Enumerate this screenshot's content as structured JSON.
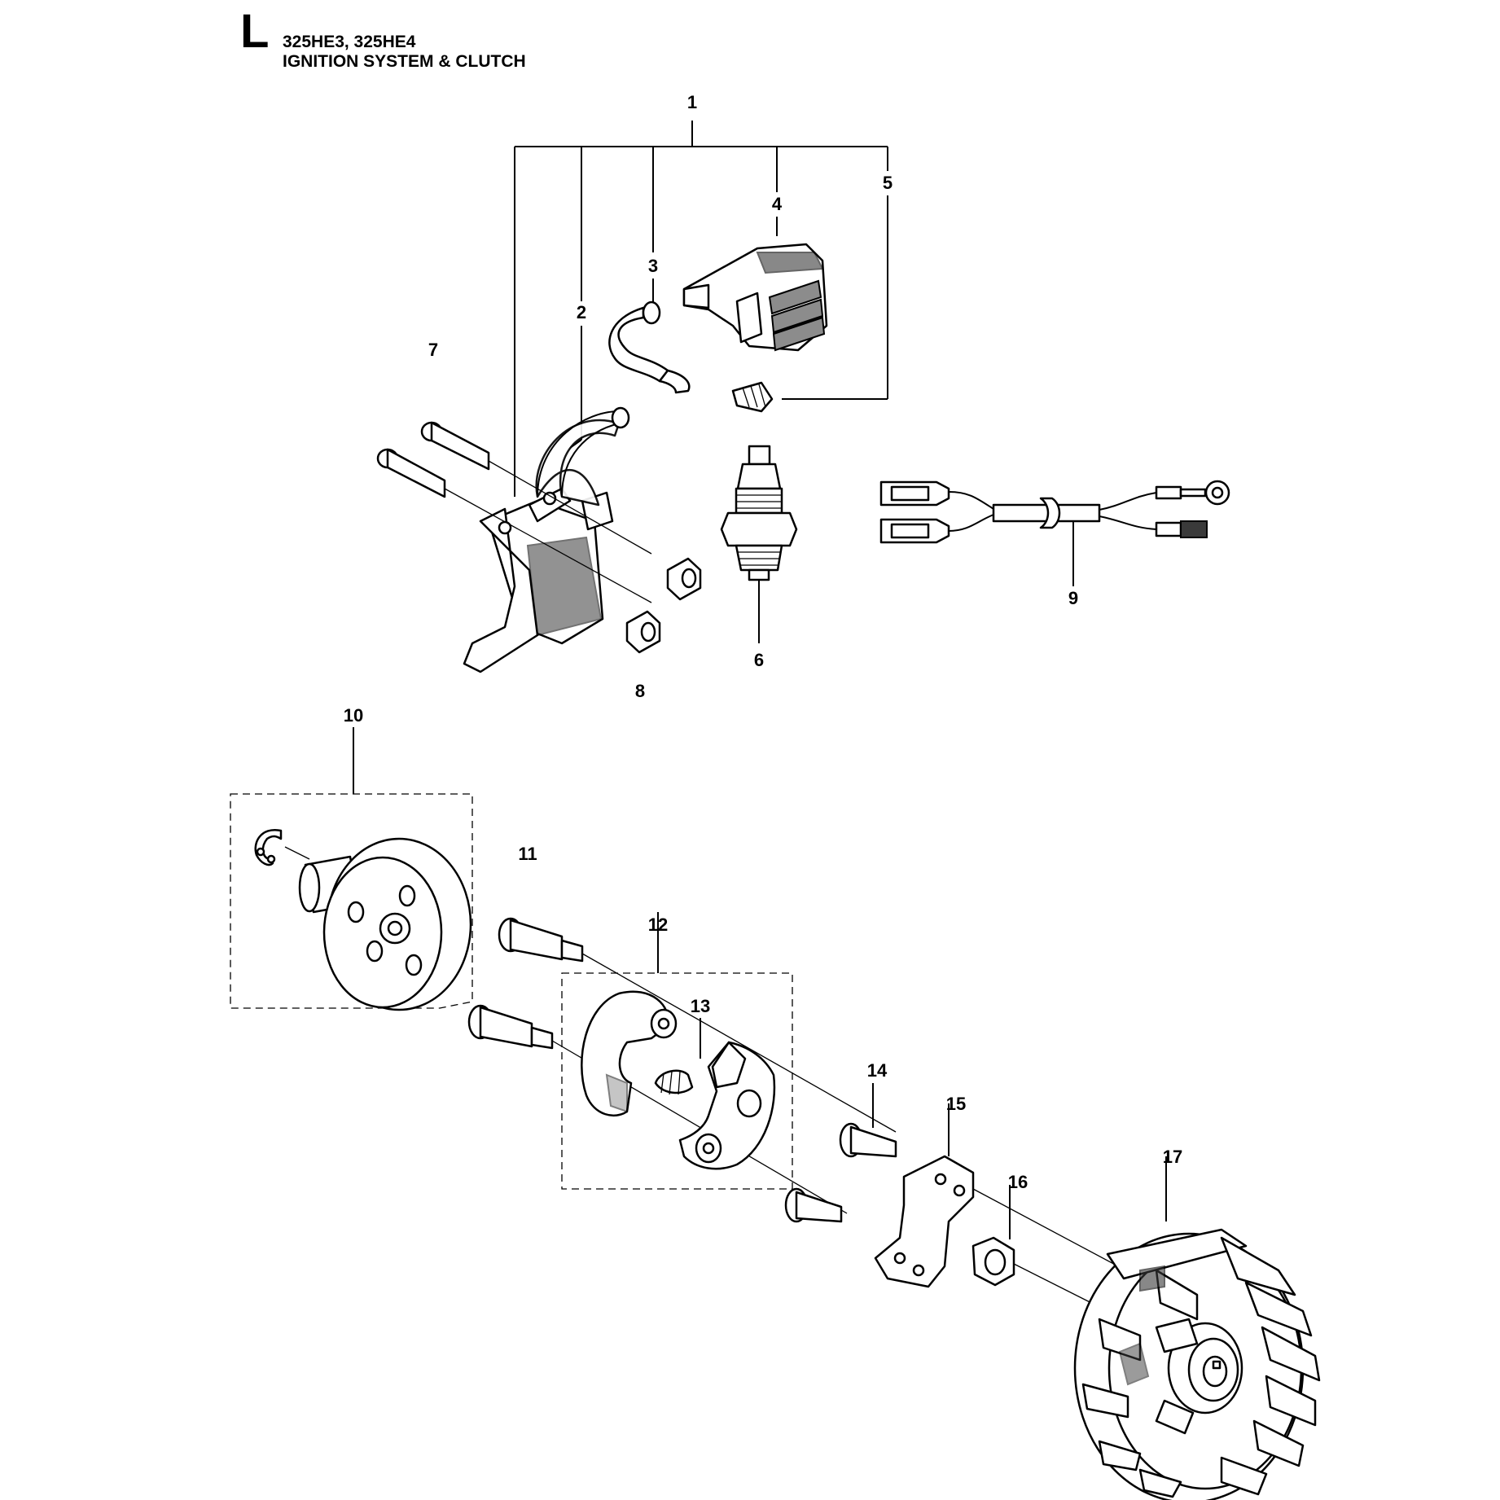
{
  "header": {
    "section_letter": "L",
    "models": "325HE3, 325HE4",
    "title": "IGNITION SYSTEM & CLUTCH"
  },
  "callouts": {
    "c1": "1",
    "c2": "2",
    "c3": "3",
    "c4": "4",
    "c5": "5",
    "c6": "6",
    "c7": "7",
    "c8": "8",
    "c9": "9",
    "c10": "10",
    "c11": "11",
    "c12": "12",
    "c13": "13",
    "c14": "14",
    "c15": "15",
    "c16": "16",
    "c17": "17"
  }
}
